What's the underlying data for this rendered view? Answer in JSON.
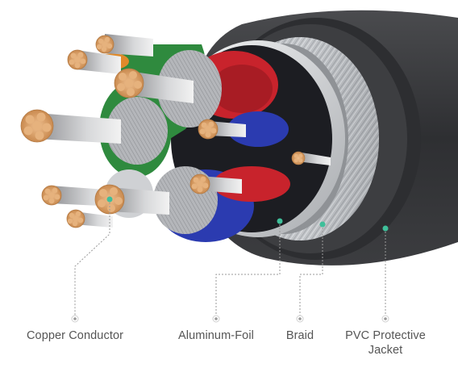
{
  "labels": {
    "copper_conductor": "Copper Conductor",
    "aluminum_foil": "Aluminum-Foil",
    "braid": "Braid",
    "jacket_line1": "PVC Protective",
    "jacket_line2": "Jacket"
  },
  "colors": {
    "jacket": "#3a3b3e",
    "braid": "#b9bcc0",
    "foil": "#d9dcdf",
    "pair_green": "#2f8a3e",
    "pair_red": "#c8232c",
    "pair_blue": "#2b3bb0",
    "pair_orange": "#e08a2a",
    "copper": "#d9a067",
    "marker_dot": "#3fbf9a",
    "leader_line": "#9a9a9a"
  }
}
